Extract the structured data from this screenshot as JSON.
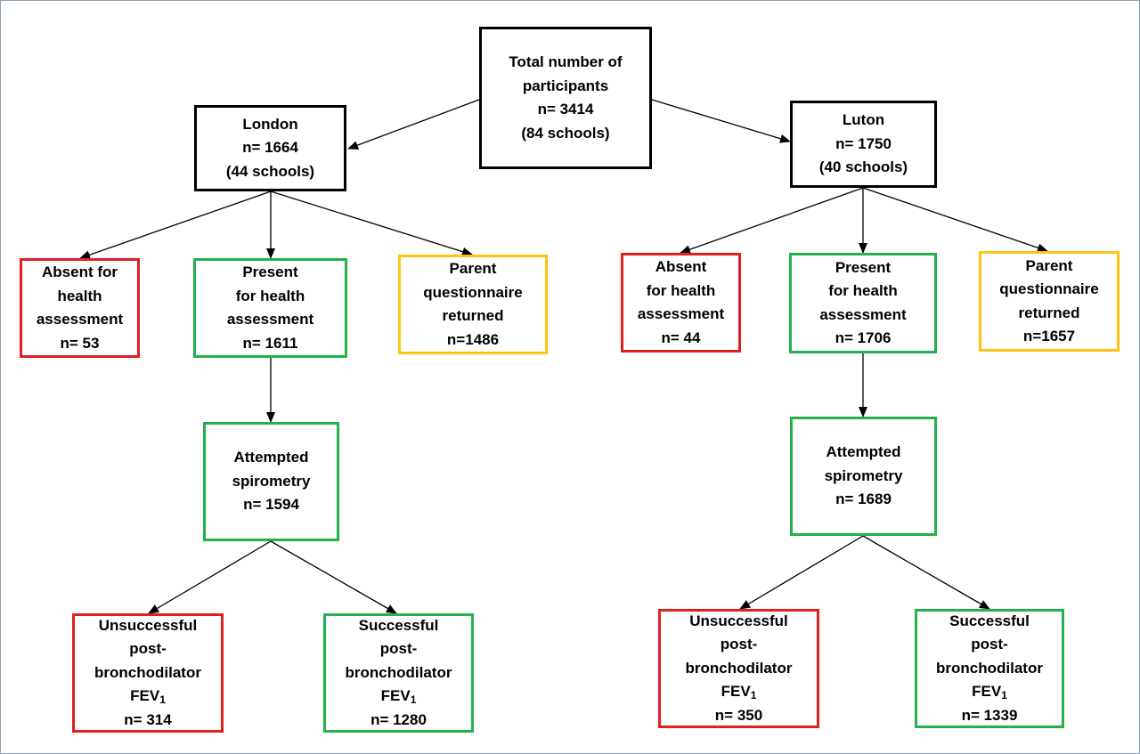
{
  "colors": {
    "root": "#000000",
    "absent": "#e02020",
    "present": "#22b14c",
    "questionnaire": "#ffc20e",
    "arrow": "#000000"
  },
  "total": {
    "lines": [
      "Total number of",
      "participants",
      "n= 3414",
      "(84 schools)"
    ]
  },
  "london": {
    "site": {
      "lines": [
        "London",
        "n= 1664",
        "(44 schools)"
      ]
    },
    "absent": {
      "lines": [
        "Absent for",
        "health",
        "assessment",
        "n= 53"
      ]
    },
    "present": {
      "lines": [
        "Present",
        "for health",
        "assessment",
        "n= 1611"
      ]
    },
    "questionnaire": {
      "lines": [
        "Parent",
        "questionnaire",
        "returned",
        "n=1486"
      ]
    },
    "spirometry": {
      "lines": [
        "Attempted",
        "spirometry",
        "n= 1594"
      ]
    },
    "unsuccessful": {
      "lines": [
        "Unsuccessful",
        "post-",
        "bronchodilator"
      ],
      "fev": "FEV",
      "fev_sub": "1",
      "count": "n= 314"
    },
    "successful": {
      "lines": [
        "Successful",
        "post-",
        "bronchodilator"
      ],
      "fev": "FEV",
      "fev_sub": "1",
      "count": "n= 1280"
    }
  },
  "luton": {
    "site": {
      "lines": [
        "Luton",
        "n= 1750",
        "(40 schools)"
      ]
    },
    "absent": {
      "lines": [
        "Absent",
        "for health",
        "assessment",
        "n= 44"
      ]
    },
    "present": {
      "lines": [
        "Present",
        "for health",
        "assessment",
        "n= 1706"
      ]
    },
    "questionnaire": {
      "lines": [
        "Parent",
        "questionnaire",
        "returned",
        "n=1657"
      ]
    },
    "spirometry": {
      "lines": [
        "Attempted",
        "spirometry",
        "n= 1689"
      ]
    },
    "unsuccessful": {
      "lines": [
        "Unsuccessful",
        "post-",
        "bronchodilator"
      ],
      "fev": "FEV",
      "fev_sub": "1",
      "count": "n= 350"
    },
    "successful": {
      "lines": [
        "Successful",
        "post-",
        "bronchodilator"
      ],
      "fev": "FEV",
      "fev_sub": "1",
      "count": "n= 1339"
    }
  }
}
